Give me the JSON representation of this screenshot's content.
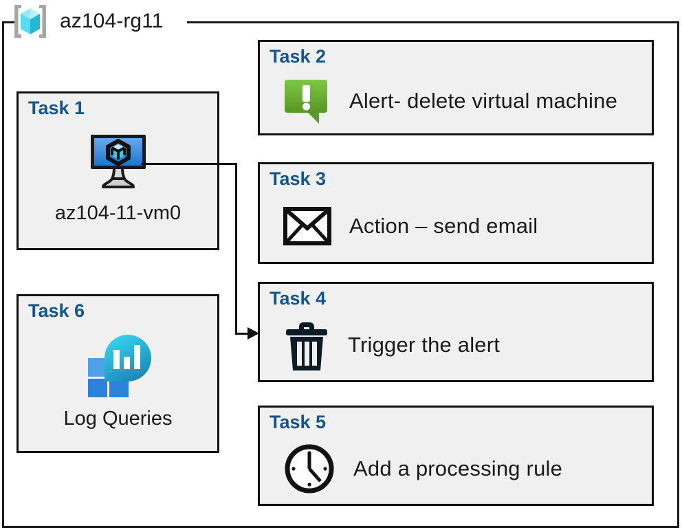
{
  "resource_group": {
    "name": "az104-rg11",
    "icon": "resource-group-cube-icon"
  },
  "colors": {
    "task_title": "#14558b",
    "card_background": "#f0f0f0",
    "card_border": "#111111",
    "alert_green_light": "#79c143",
    "alert_green_dark": "#5c9a26",
    "vm_screen_blue_light": "#5c9de8",
    "vm_screen_blue_dark": "#1b75d4",
    "log_blob_cyan": "#32cdeb",
    "log_blob_teal": "#1b88b4",
    "log_square_blue": "#2c82d8",
    "rg_icon_cyan": "#57dcf4",
    "connector": "#111111"
  },
  "left_column": [
    {
      "id": "task-1",
      "title": "Task 1",
      "label": "az104-11-vm0",
      "icon": "virtual-machine-icon"
    },
    {
      "id": "task-6",
      "title": "Task 6",
      "label": "Log Queries",
      "icon": "log-analytics-queries-icon"
    }
  ],
  "right_column": [
    {
      "id": "task-2",
      "title": "Task 2",
      "label": "Alert- delete virtual machine",
      "icon": "alert-exclamation-bubble-icon"
    },
    {
      "id": "task-3",
      "title": "Task 3",
      "label": "Action – send email",
      "icon": "envelope-icon"
    },
    {
      "id": "task-4",
      "title": "Task 4",
      "label": "Trigger the alert",
      "icon": "trash-can-icon"
    },
    {
      "id": "task-5",
      "title": "Task 5",
      "label": "Add a processing rule",
      "icon": "clock-icon"
    }
  ],
  "connector": {
    "from": "task-1-virtual-machine-icon",
    "to": "task-4",
    "arrow": "arrowhead-right-icon"
  }
}
